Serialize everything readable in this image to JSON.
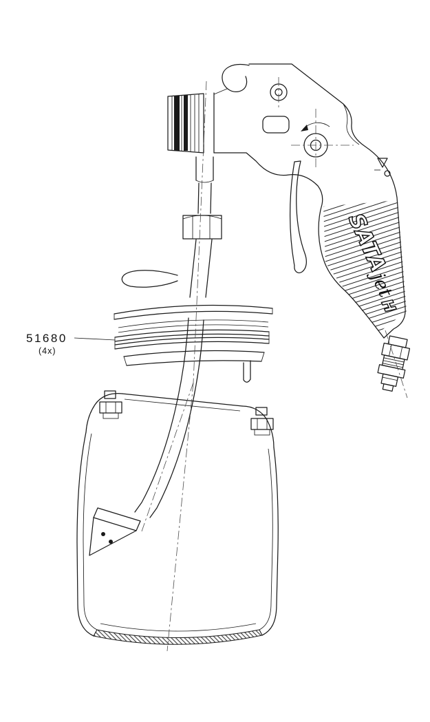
{
  "colors": {
    "line": "#1a1a1a",
    "background": "#ffffff"
  },
  "callout": {
    "part_number": "51680",
    "quantity": "(4x)"
  },
  "logo": {
    "brand": "SATA",
    "model": "jet",
    "variant": "H"
  }
}
